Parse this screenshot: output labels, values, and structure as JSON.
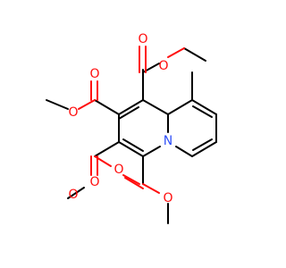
{
  "molecule": {
    "colors": {
      "carbon": "#000000",
      "oxygen": "#ff0d0d",
      "nitrogen": "#3050f8",
      "background": "#ffffff"
    },
    "atoms": [
      {
        "id": "O1",
        "label": "O",
        "element": "oxygen"
      },
      {
        "id": "O2",
        "label": "O",
        "element": "oxygen"
      },
      {
        "id": "O3",
        "label": "O",
        "element": "oxygen"
      },
      {
        "id": "O4",
        "label": "O",
        "element": "oxygen"
      },
      {
        "id": "O5",
        "label": "O",
        "element": "oxygen"
      },
      {
        "id": "O6",
        "label": "O",
        "element": "oxygen"
      },
      {
        "id": "O7",
        "label": "O",
        "element": "oxygen"
      },
      {
        "id": "O8",
        "label": "O",
        "element": "oxygen"
      },
      {
        "id": "N1",
        "label": "N",
        "element": "nitrogen"
      }
    ]
  }
}
